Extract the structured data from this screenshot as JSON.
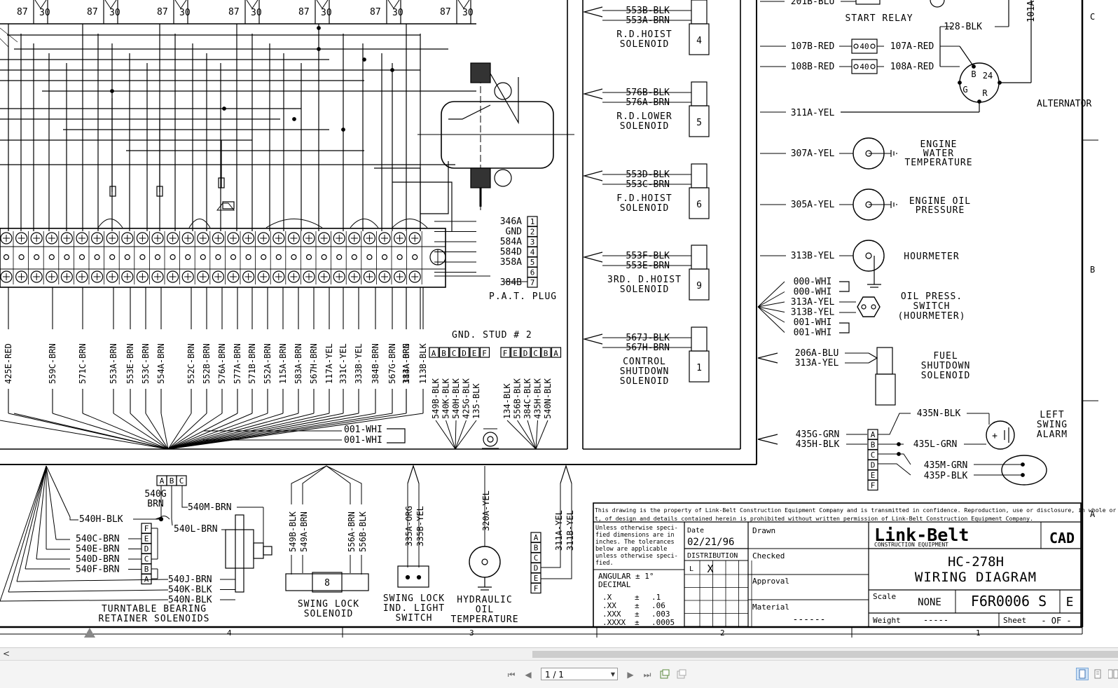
{
  "diagram": {
    "terminal_header_numbers": [
      "87",
      "30",
      "87",
      "30",
      "87",
      "30",
      "87",
      "30",
      "87",
      "30",
      "87",
      "30",
      "87",
      "30"
    ],
    "terminal_strip_wires": [
      "425E-RED",
      "559C-BRN",
      "571C-BRN",
      "553A-BRN",
      "553E-BRN",
      "553C-BRN",
      "554A-BRN",
      "552C-BRN",
      "552B-BRN",
      "576A-BRN",
      "577A-BRN",
      "571B-BRN",
      "552A-BRN",
      "115A-BRN",
      "583A-BRN",
      "567H-BRN",
      "117A-YEL",
      "331C-YEL",
      "333B-YEL",
      "384B-BRN",
      "567G-BRN",
      "384A-BRN",
      "113A-ORG",
      "113B-BLK"
    ],
    "pat_plug": {
      "label": "P.A.T. PLUG",
      "wires": [
        "346A",
        "GND",
        "584A",
        "584D",
        "358A",
        "",
        "384B"
      ],
      "pins": [
        "1",
        "2",
        "3",
        "4",
        "5",
        "6",
        "7"
      ]
    },
    "gnd_stud": {
      "label": "GND. STUD # 2",
      "left_pins": [
        "A",
        "B",
        "C",
        "D",
        "E",
        "F"
      ],
      "right_pins": [
        "F",
        "E",
        "D",
        "C",
        "B",
        "A"
      ],
      "left_wires": [
        "549B-BLK",
        "540K-BLK",
        "540H-BLK",
        "425G-BLK",
        "135-BLK"
      ],
      "right_wires": [
        "134-BLK",
        "556B-BLK",
        "384C-BLK",
        "435H-BLK",
        "540N-BLK"
      ]
    },
    "ground_wires": [
      "001-WHI",
      "001-WHI"
    ],
    "solenoids": [
      {
        "wires": [
          "553B-BLK",
          "553A-BRN"
        ],
        "name": "R.D.HOIST\nSOLENOID",
        "num": "4"
      },
      {
        "wires": [
          "576B-BLK",
          "576A-BRN"
        ],
        "name": "R.D.LOWER\nSOLENOID",
        "num": "5"
      },
      {
        "wires": [
          "553D-BLK",
          "553C-BRN"
        ],
        "name": "F.D.HOIST\nSOLENOID",
        "num": "6"
      },
      {
        "wires": [
          "553F-BLK",
          "553E-BRN"
        ],
        "name": "3RD. D.HOIST\nSOLENOID",
        "num": "9"
      },
      {
        "wires": [
          "567J-BLK",
          "567H-BRN"
        ],
        "name": "CONTROL\nSHUTDOWN\nSOLENOID",
        "num": "1"
      }
    ],
    "right_panel": {
      "top_wire": "201B-BLU",
      "start_relay": "START RELAY",
      "wire_101a": "101A",
      "wire_128": "128-BLK",
      "fuse_rows": [
        {
          "left": "107B-RED",
          "fuse": "40",
          "right": "107A-RED"
        },
        {
          "left": "108B-RED",
          "fuse": "40",
          "right": "108A-RED"
        }
      ],
      "alternator": {
        "label": "ALTERNATOR",
        "b": "B",
        "n24": "24",
        "g": "G",
        "r": "R",
        "wire": "311A-YEL"
      },
      "engine_water": {
        "wire": "307A-YEL",
        "label": "ENGINE\nWATER\nTEMPERATURE"
      },
      "engine_oil": {
        "wire": "305A-YEL",
        "label": "ENGINE OIL\nPRESSURE"
      },
      "hourmeter": {
        "wire": "313B-YEL",
        "label": "HOURMETER"
      },
      "oil_switch": {
        "wires": [
          "000-WHI",
          "000-WHI",
          "313A-YEL",
          "313B-YEL",
          "001-WHI",
          "001-WHI"
        ],
        "label": "OIL PRESS.\nSWITCH\n(HOURMETER)"
      },
      "fuel": {
        "wires": [
          "206A-BLU",
          "313A-YEL"
        ],
        "label": "FUEL\nSHUTDOWN\nSOLENOID"
      },
      "swing_alarm": {
        "wires_in": [
          "435G-GRN",
          "435H-BLK"
        ],
        "pins": [
          "A",
          "B",
          "C",
          "D",
          "E",
          "F"
        ],
        "out": [
          "435N-BLK",
          "435L-GRN",
          "435M-GRN",
          "435P-BLK"
        ],
        "label": "LEFT\nSWING\nALARM"
      }
    },
    "bottom_left": {
      "abc": [
        "A",
        "B",
        "C"
      ],
      "wire_540g": "540G\nBRN",
      "wire_540m": "540M-BRN",
      "wire_540l": "540L-BRN",
      "wire_540h": "540H-BLK",
      "fedcba": [
        "F",
        "E",
        "D",
        "C",
        "B",
        "A"
      ],
      "left_wires": [
        "540C-BRN",
        "540E-BRN",
        "540D-BRN",
        "540F-BRN"
      ],
      "bottom_wires": [
        "540J-BRN",
        "540K-BLK",
        "540N-BLK"
      ],
      "label": "TURNTABLE BEARING\nRETAINER SOLENOIDS"
    },
    "swing_lock_solenoid": {
      "wires": [
        "549B-BLK",
        "549A-BRN",
        "556A-BRN",
        "556B-BLK"
      ],
      "num": "8",
      "label": "SWING LOCK\nSOLENOID"
    },
    "swing_lock_switch": {
      "wires": [
        "335A-ORG",
        "335B-YEL"
      ],
      "label": "SWING LOCK\nIND. LIGHT\nSWITCH"
    },
    "hydraulic": {
      "wire": "320A-YEL",
      "label": "HYDRAULIC\nOIL\nTEMPERATURE"
    },
    "right_conn": {
      "pins": [
        "A",
        "B",
        "C",
        "D",
        "E",
        "F"
      ],
      "wires": [
        "311A-YEL",
        "311B-YEL"
      ]
    },
    "title_block": {
      "notice": "This drawing is the property of Link-Belt Construction Equipment Company and is transmitted in confidence. Reproduction, use or disclosure, in whole or in part, of design and details contained herein is prohibited without written permission of Link-Belt Construction Equipment Company.",
      "tolerance": "Unless otherwise speci-\nfied dimensions are in\ninches. The tolerances\nbelow are applicable\nunless otherwise speci-\nfied.",
      "angular": "ANGULAR   ± 1°\nDECIMAL",
      "decimals": [
        [
          ".X",
          "±",
          ".1"
        ],
        [
          ".XX",
          "±",
          ".06"
        ],
        [
          ".XXX",
          "±",
          ".003"
        ],
        [
          ".XXXX",
          "±",
          ".0005"
        ]
      ],
      "date_label": "Date",
      "date": "02/21/96",
      "distribution": "DISTRIBUTION",
      "dist_l": "L",
      "dist_x": "X",
      "drawn": "Drawn",
      "checked": "Checked",
      "approval": "Approval",
      "material": "Material",
      "material_val": "------",
      "brand": "Link-Belt",
      "brand_sub": "CONSTRUCTION EQUIPMENT",
      "cad": "CAD",
      "model": "HC-278H",
      "title": "WIRING DIAGRAM",
      "scale_label": "Scale",
      "scale": "NONE",
      "drawing_no": "F6R0006 S",
      "rev": "E",
      "weight_label": "Weight",
      "weight": "-----",
      "sheet_label": "Sheet",
      "sheet": "- OF -"
    },
    "border_numbers": [
      "4",
      "3",
      "2",
      "1"
    ],
    "border_letters": [
      "C",
      "B",
      "A"
    ]
  },
  "viewer": {
    "page_indicator": "1 / 1",
    "scroll_arrow": "<"
  }
}
